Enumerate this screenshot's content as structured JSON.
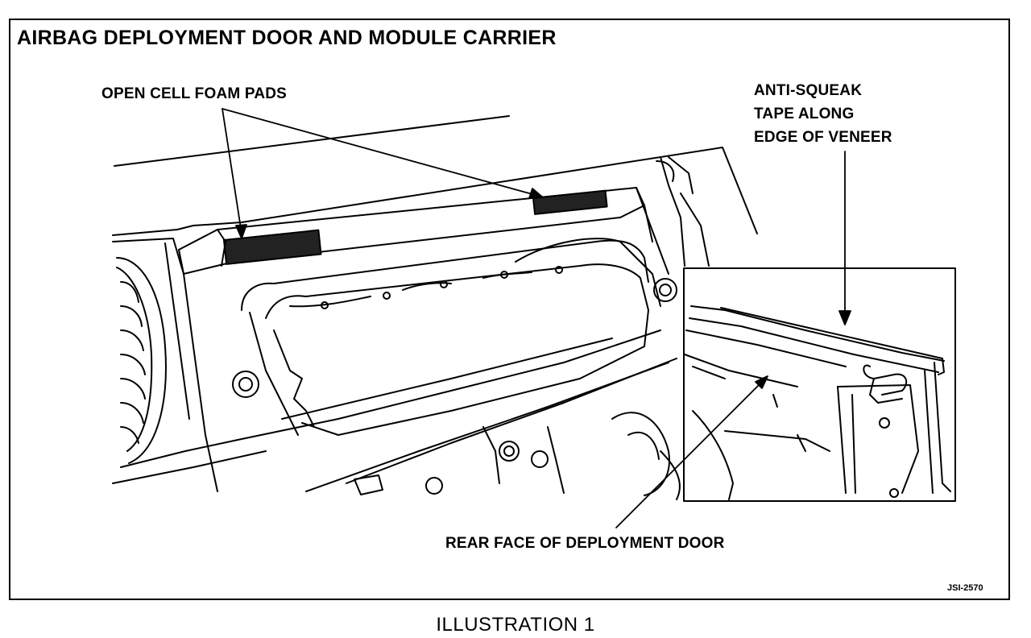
{
  "figure": {
    "title": "AIRBAG DEPLOYMENT DOOR AND MODULE CARRIER",
    "callouts": {
      "foam_pads": "OPEN CELL FOAM PADS",
      "tape_line1": "ANTI-SQUEAK",
      "tape_line2": "TAPE ALONG",
      "tape_line3": "EDGE OF VENEER",
      "rear_face": "REAR FACE OF DEPLOYMENT DOOR"
    },
    "code": "JSI-2570",
    "caption": "ILLUSTRATION 1"
  }
}
